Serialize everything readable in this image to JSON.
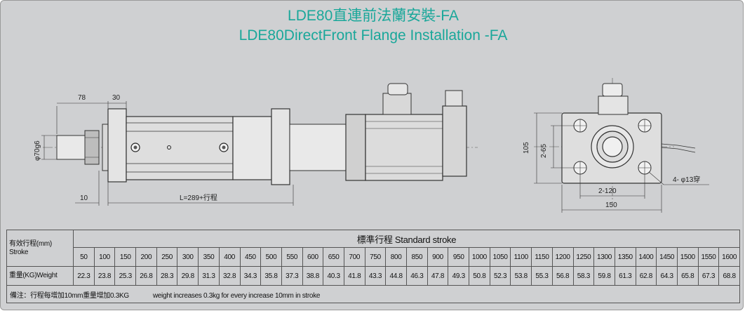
{
  "title": {
    "cn": "LDE80直連前法蘭安裝-FA",
    "en": "LDE80DirectFront Flange Installation -FA"
  },
  "dims": {
    "d78": "78",
    "d30": "30",
    "d10": "10",
    "length": "L=289+行程",
    "phi": "φ70g6",
    "d105": "105",
    "d2x65": "2-65",
    "d2x120": "2-120",
    "d150": "150",
    "holes": "4- φ13穿"
  },
  "table": {
    "stroke_label_cn": "有效行程(mm)",
    "stroke_label_en": "Stroke",
    "standard_stroke": "標準行程   Standard stroke",
    "weight_label": "重量(KG)Weight",
    "strokes": [
      "50",
      "100",
      "150",
      "200",
      "250",
      "300",
      "350",
      "400",
      "450",
      "500",
      "550",
      "600",
      "650",
      "700",
      "750",
      "800",
      "850",
      "900",
      "950",
      "1000",
      "1050",
      "1100",
      "1150",
      "1200",
      "1250",
      "1300",
      "1350",
      "1400",
      "1450",
      "1500",
      "1550",
      "1600"
    ],
    "weights": [
      "22.3",
      "23.8",
      "25.3",
      "26.8",
      "28.3",
      "29.8",
      "31.3",
      "32.8",
      "34.3",
      "35.8",
      "37.3",
      "38.8",
      "40.3",
      "41.8",
      "43.3",
      "44.8",
      "46.3",
      "47.8",
      "49.3",
      "50.8",
      "52.3",
      "53.8",
      "55.3",
      "56.8",
      "58.3",
      "59.8",
      "61.3",
      "62.8",
      "64.3",
      "65.8",
      "67.3",
      "68.8"
    ],
    "note_cn": "備注：行程每增加10mm重量增加0.3KG",
    "note_en": "weight increases 0.3kg for every increase 10mm in stroke"
  }
}
